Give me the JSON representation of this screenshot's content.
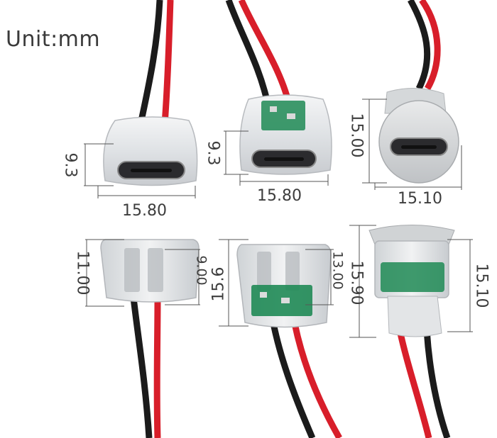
{
  "unit_label": "Unit:mm",
  "colors": {
    "red_wire": "#d81e2a",
    "black_wire": "#1b1b1b",
    "housing": "#e4e6e8",
    "pcb": "#1f8a55"
  },
  "connectors": [
    {
      "name": "top-left",
      "width": "15.80",
      "height": "9.3"
    },
    {
      "name": "top-middle",
      "width": "15.80",
      "height": "9.3"
    },
    {
      "name": "top-right",
      "width": "15.10",
      "height": "15.00"
    },
    {
      "name": "bottom-left",
      "outer": "11.00",
      "inner": "9.00"
    },
    {
      "name": "bottom-middle",
      "outer": "15.6",
      "inner": "13.00"
    },
    {
      "name": "bottom-right",
      "outer": "15.90",
      "inner": "15.10"
    }
  ]
}
